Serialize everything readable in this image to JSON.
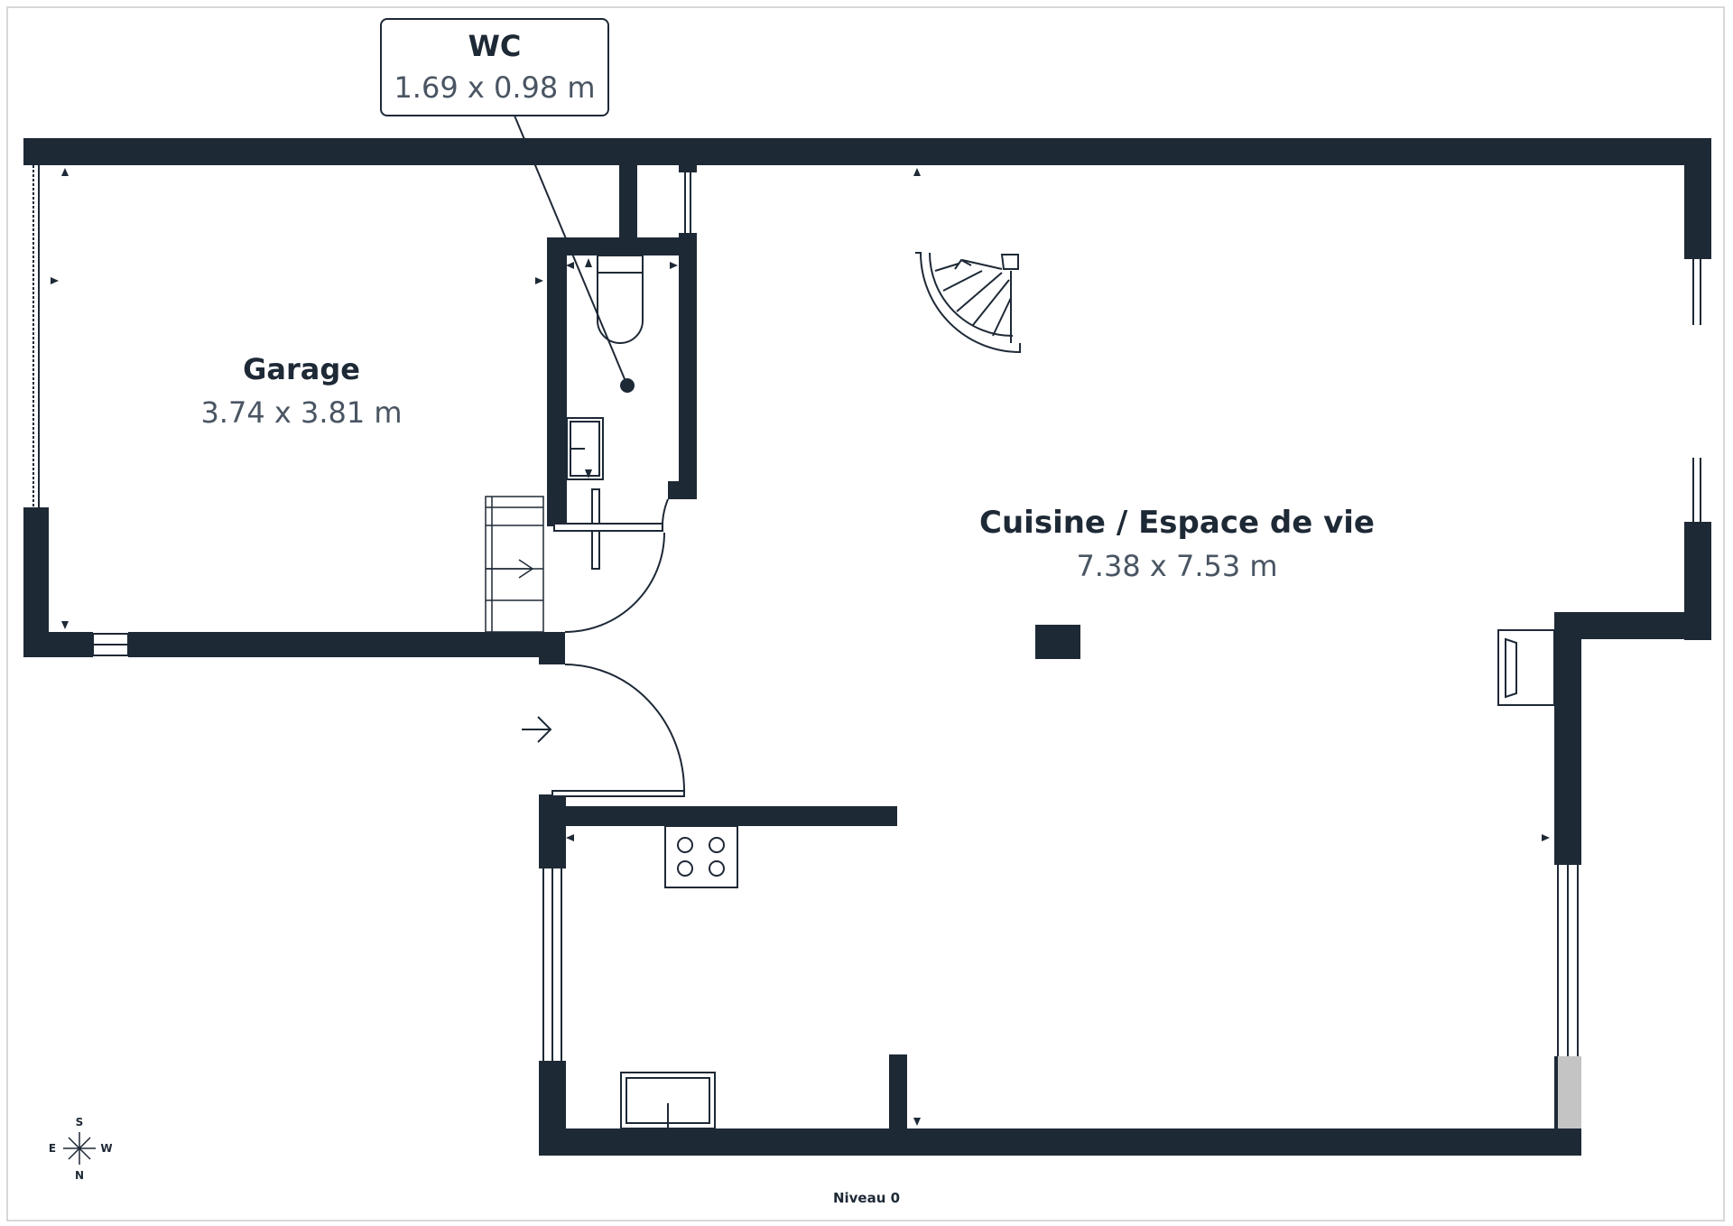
{
  "rooms": {
    "wc": {
      "name": "WC",
      "dims": "1.69 x 0.98 m"
    },
    "garage": {
      "name": "Garage",
      "dims": "3.74 x 3.81 m"
    },
    "living": {
      "name": "Cuisine / Espace de vie",
      "dims": "7.38 x 7.53 m"
    }
  },
  "compass": {
    "north": "N",
    "south": "S",
    "east": "E",
    "west": "W"
  },
  "level_label": "Niveau 0",
  "colors": {
    "wall": "#1e2936",
    "line": "#1e2936",
    "background": "#ffffff",
    "frame": "#d8d8d8"
  }
}
